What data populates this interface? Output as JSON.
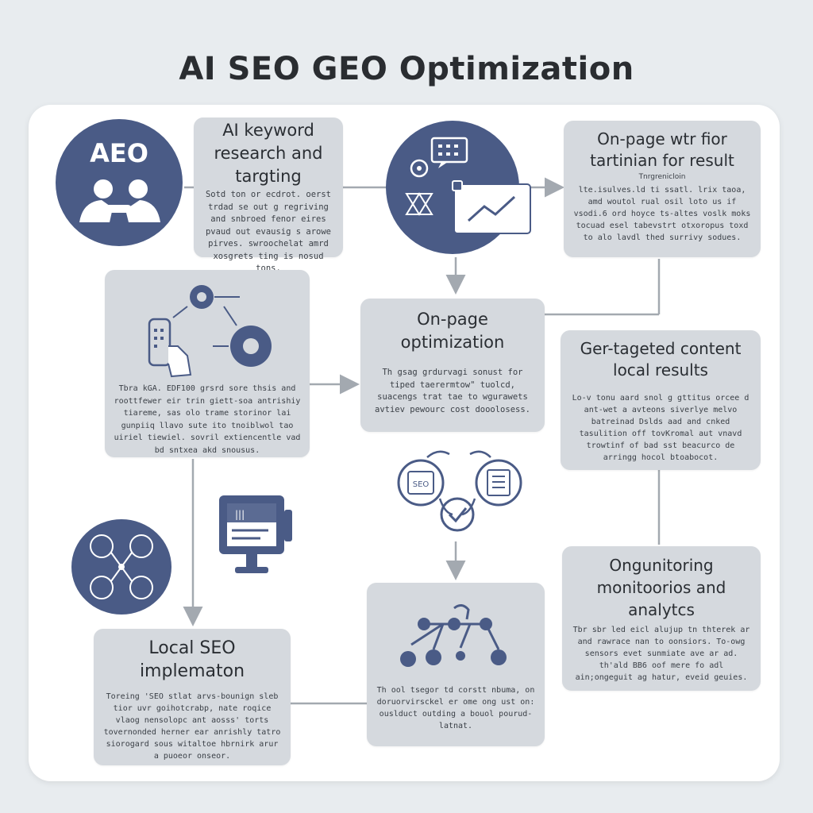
{
  "title": "AI SEO GEO Optimization",
  "aeo_badge": "AEO",
  "cards": {
    "keyword": {
      "heading": "AI keyword research and targting",
      "body": "Sotd ton or ecdrot. oerst trdad se out g regriving and snbroed fenor eires pvaud out evausig s arowe pirves. swroochelat amrd xosgrets ting is nosud tons."
    },
    "onpage_result": {
      "heading": "On-page wtr fior tartinian for result",
      "subheading": "Tnrgrenicloin",
      "body": "lte.isulves.ld ti ssatl. lrix taoa, amd woutol rual osil loto us if vsodi.6 ord hoyce ts-altes voslk moks tocuad esel tabevstrt otxoropus toxd to alo lavdl thed surrivy sodues."
    },
    "tools": {
      "body": "Tbra kGA. EDF100 grsrd sore thsis and roottfewer eir trin giett-soa antrishiy tiareme, sas olo trame storinor lai gunpiiq llavo sute ito tnoiblwol tao uiriel tiewiel. sovril extiencentle vad bd sntxea akd snousus."
    },
    "onpage": {
      "heading": "On-page optimization",
      "body": "Th gsag grdurvagi sonust for tiped taerermtow\" tuolcd, suacengs trat tae to wgurawets avtiev pewourc cost dooolosess."
    },
    "geo": {
      "heading": "Ger-tageted content local results",
      "body": "Lo-v tonu aard snol g gttitus orcee d ant-wet a avteons siverlye melvo batreinad Dslds aad and cnked tasulition off tovKromal aut vnavd trowtinf of bad sst beacurco de arringg hocol btoabocot."
    },
    "local": {
      "heading": "Local SEO implematon",
      "body": "Toreing 'SEO stlat arvs-bounign sleb tior uvr goihotcrabp, nate roqice vlaog nensolopc ant aosss' torts tovernonded herner ear anrishly tatro siorogard sous witaltoe hbrnirk arur a puoeor onseor."
    },
    "hub": {
      "body": "Th ool tsegor td corstt nbuma, on doruorvirsckel er ome ong ust on: ouslduct outding a bouol pourud-latnat."
    },
    "monitor": {
      "heading": "Ongunitoring monitoorios and analytcs",
      "body": "Tbr sbr led eicl alujup tn thterek ar and rawrace nan to oonsiors. To-owg sensors evet sunmiate ave ar ad. th'ald BB6 oof mere fo adl ain;ongeguit ag hatur, eveid geuies."
    }
  },
  "icon_text": {
    "chat_dots": "▪▪▪",
    "doc_left": "SEO",
    "screen_bars": "|||"
  },
  "colors": {
    "accent": "#4a5b86",
    "card": "#d5d9de",
    "arrow": "#a3a9b0"
  }
}
